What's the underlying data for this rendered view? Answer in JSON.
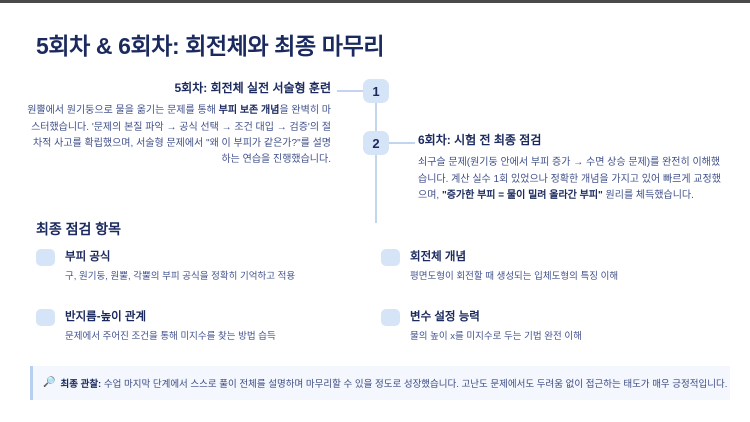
{
  "slide": {
    "title": "5회차 & 6회차: 회전체와 최종 마무리"
  },
  "timeline": {
    "items": [
      {
        "marker": "1",
        "heading": "5회차: 회전체 실전 서술형 훈련",
        "body_prefix": "원뿔에서 원기둥으로 물을 옮기는 문제를 통해 ",
        "body_strong": "부피 보존 개념",
        "body_suffix": "을 완벽히 마스터했습니다. '문제의 본질 파악 → 공식 선택 → 조건 대입 → 검증'의 절차적 사고를 확립했으며, 서술형 문제에서 \"왜 이 부피가 같은가?\"를 설명하는 연습을 진행했습니다."
      },
      {
        "marker": "2",
        "heading": "6회차: 시험 전 최종 점검",
        "body_prefix": "쇠구슬 문제(원기둥 안에서 부피 증가 → 수면 상승 문제)를 완전히 이해했습니다. 계산 실수 1회 있었으나 정확한 개념을 가지고 있어 빠르게 교정했으며, ",
        "body_strong": "\"증가한 부피 = 물이 밀려 올라간 부피\"",
        "body_suffix": " 원리를 체득했습니다."
      }
    ]
  },
  "checklist": {
    "title": "최종 점검 항목",
    "items": [
      {
        "label": "부피 공식",
        "desc": "구, 원기둥, 원뿔, 각뿔의 부피 공식을 정확히 기억하고 적용"
      },
      {
        "label": "회전체 개념",
        "desc": "평면도형이 회전할 때 생성되는 입체도형의 특징 이해"
      },
      {
        "label": "반지름-높이 관계",
        "desc": "문제에서 주어진 조건을 통해 미지수를 찾는 방법 습득"
      },
      {
        "label": "변수 설정 능력",
        "desc": "물의 높이 x를 미지수로 두는 기법 완전 이해"
      }
    ]
  },
  "footer": {
    "icon": "magnifier-icon",
    "icon_glyph": "🔎",
    "label": "최종 관찰:",
    "text": " 수업 마지막 단계에서 스스로 풀이 전체를 설명하며 마무리할 수 있을 정도로 성장했습니다. 고난도 문제에서도 두려움 없이 접근하는 태도가 매우 긍정적입니다."
  },
  "colors": {
    "title_navy": "#1b2a5e",
    "body_blue": "#40508a",
    "accent_light": "#d6e4f7",
    "line_blue": "#c3d5ee",
    "footer_bg": "#f4f7fd"
  }
}
